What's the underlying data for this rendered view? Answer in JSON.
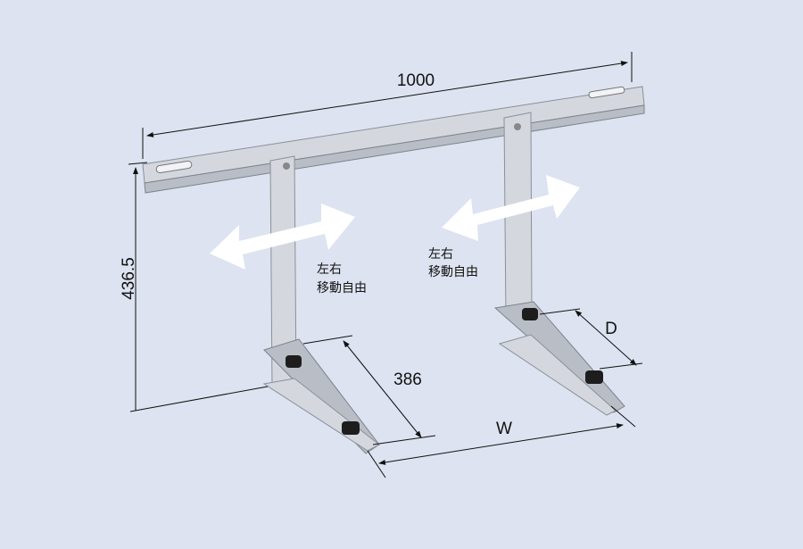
{
  "dimensions": {
    "rail_length": "1000",
    "height": "436.5",
    "arm_length": "386",
    "width_label": "W",
    "depth_label": "D"
  },
  "annotations": [
    {
      "line1": "左右",
      "line2": "移動自由"
    },
    {
      "line1": "左右",
      "line2": "移動自由"
    }
  ],
  "colors": {
    "background": "#dde3f0",
    "arrow": "#ffffff",
    "metal": "#b9bec6"
  }
}
